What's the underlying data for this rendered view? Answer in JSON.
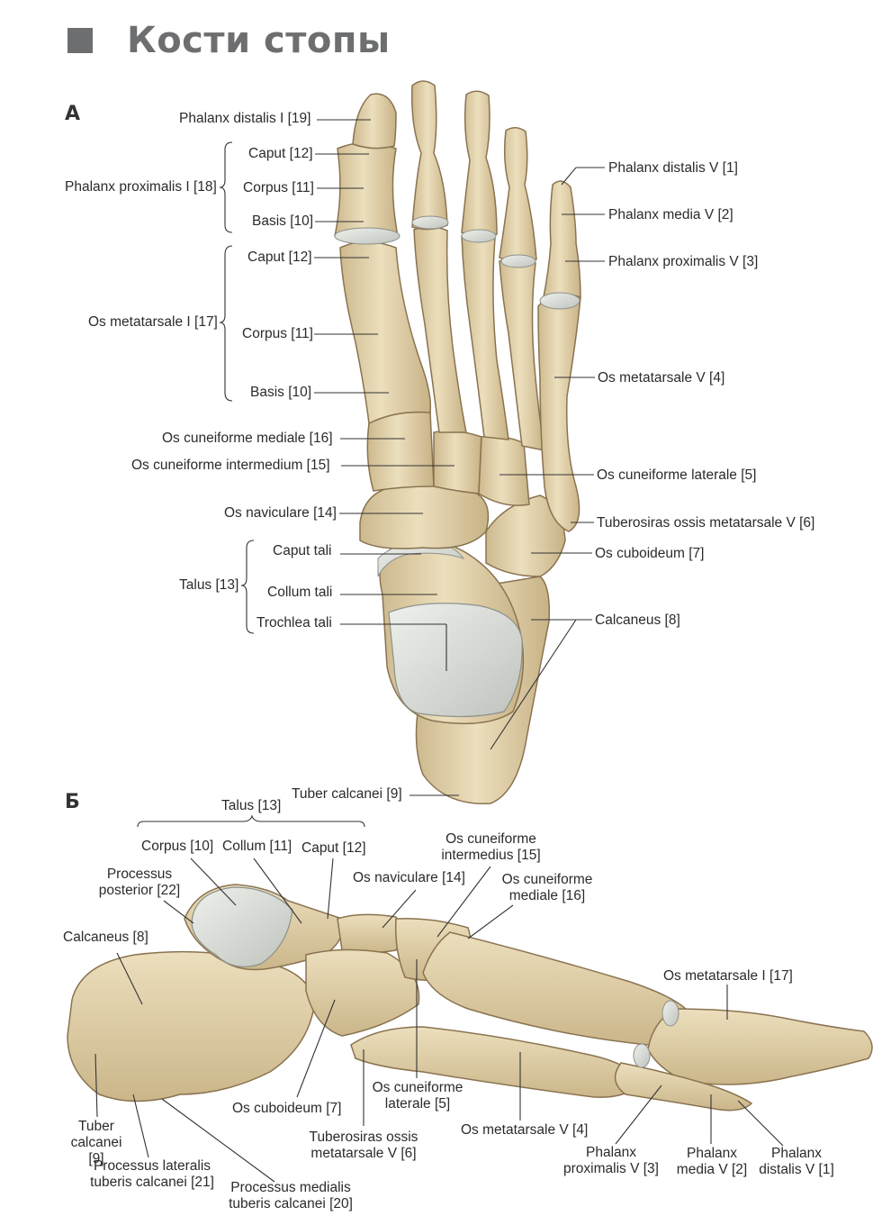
{
  "title": "Кости стопы",
  "panel_a": {
    "letter": "А",
    "labels": {
      "phalanx_distalis_i": "Phalanx distalis I [19]",
      "caput_12_a": "Caput [12]",
      "phalanx_proximalis_i": "Phalanx proximalis I [18]",
      "corpus_11_a": "Corpus [11]",
      "basis_10_a": "Basis [10]",
      "caput_12_b": "Caput [12]",
      "os_metatarsale_i": "Os metatarsale I [17]",
      "corpus_11_b": "Corpus [11]",
      "basis_10_b": "Basis [10]",
      "os_cuneiforme_mediale": "Os cuneiforme mediale [16]",
      "os_cuneiforme_intermedium": "Os cuneiforme intermedium [15]",
      "os_naviculare": "Os naviculare [14]",
      "caput_tali": "Caput tali",
      "talus": "Talus [13]",
      "collum_tali": "Collum tali",
      "trochlea_tali": "Trochlea tali",
      "phalanx_distalis_v": "Phalanx distalis V [1]",
      "phalanx_media_v": "Phalanx media V [2]",
      "phalanx_proximalis_v": "Phalanx proximalis V [3]",
      "os_metatarsale_v": "Os metatarsale V [4]",
      "os_cuneiforme_laterale": "Os cuneiforme laterale [5]",
      "tuberosiras_ossis_metatarsale_v": "Tuberosiras ossis metatarsale V [6]",
      "os_cuboideum": "Os cuboideum [7]",
      "calcaneus": "Calcaneus [8]",
      "tuber_calcanei": "Tuber calcanei [9]"
    }
  },
  "panel_b": {
    "letter": "Б",
    "labels": {
      "talus": "Talus [13]",
      "corpus": "Corpus [10]",
      "collum": "Collum [11]",
      "caput": "Caput [12]",
      "processus_posterior": "Processus posterior [22]",
      "calcaneus": "Calcaneus [8]",
      "os_naviculare": "Os naviculare [14]",
      "os_cuneiforme_intermedius": "Os cuneiforme intermedius [15]",
      "os_cuneiforme_mediale": "Os cuneiforme mediale [16]",
      "os_metatarsale_i": "Os metatarsale I [17]",
      "tuber_calcanei": "Tuber calcanei [9]",
      "processus_lateralis": "Processus lateralis tuberis calcanei [21]",
      "processus_medialis": "Processus medialis tuberis calcanei [20]",
      "os_cuboideum": "Os cuboideum [7]",
      "tuberosiras_ossis": "Tuberosiras ossis metatarsale V [6]",
      "os_cuneiforme_laterale": "Os cuneiforme laterale [5]",
      "os_metatarsale_v": "Os metatarsale V [4]",
      "phalanx_proximalis_v": "Phalanx proximalis V [3]",
      "phalanx_media_v": "Phalanx media V [2]",
      "phalanx_distalis_v": "Phalanx distalis V [1]"
    }
  },
  "colors": {
    "bone": "#e6d7b0",
    "bone_shade": "#c9b488",
    "bone_outline": "#8a7350",
    "cartilage": "#d3d6d0",
    "title": "#6d6e70",
    "leader": "#333333"
  }
}
